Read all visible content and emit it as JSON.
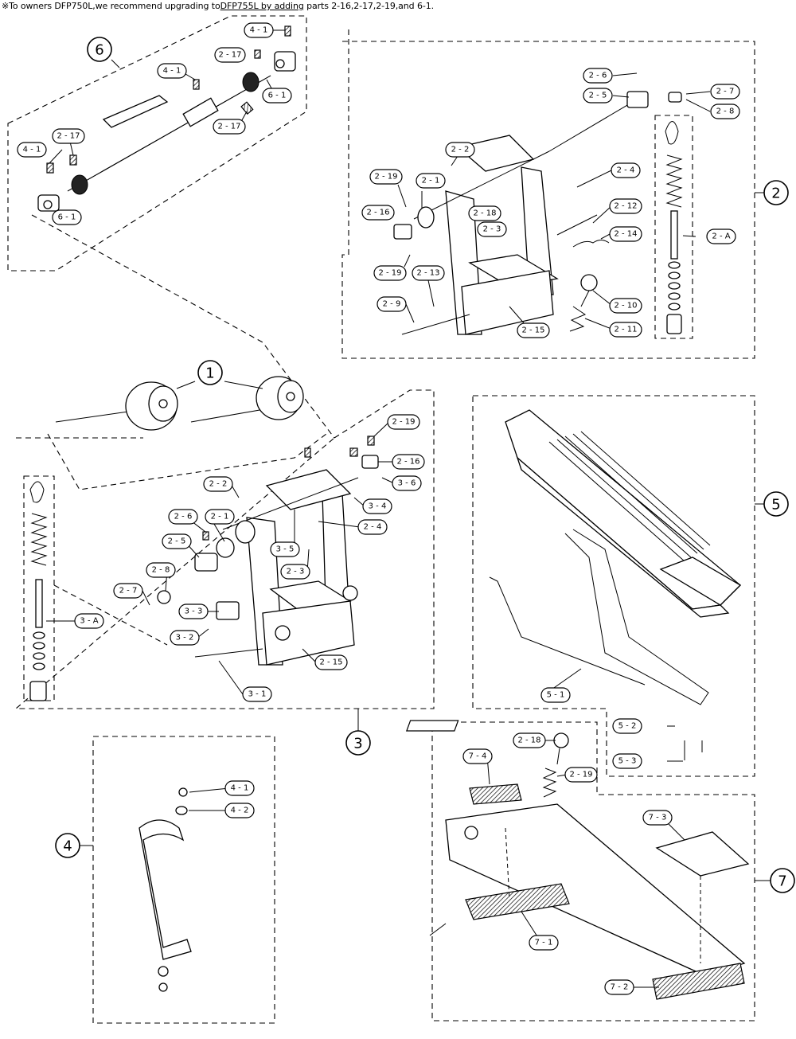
{
  "note": {
    "prefix": "※To owners DFP750L,we recommend upgrading to",
    "model": "DFP755L",
    "suffix_underlined": " by adding",
    "suffix": " parts 2-16,2-17,2-19,and 6-1."
  },
  "groups": [
    "6",
    "2",
    "1",
    "3",
    "5",
    "4",
    "7"
  ],
  "labels": {
    "g6": [
      "4 - 1",
      "2 - 17",
      "4 - 1",
      "6 - 1",
      "2 - 17",
      "4 - 1",
      "2 - 17",
      "6 - 1"
    ],
    "g2": [
      "2 - 6",
      "2 - 5",
      "2 - 7",
      "2 - 8",
      "2 - 2",
      "2 - 4",
      "2 - 19",
      "2 - 1",
      "2 - 16",
      "2 - 18",
      "2 - 3",
      "2 - 12",
      "2 - 14",
      "2 - A",
      "2 - 19",
      "2 - 13",
      "2 - 10",
      "2 - 9",
      "2 - 15",
      "2 - 11"
    ],
    "g3": [
      "2 - 19",
      "2 - 16",
      "2 - 2",
      "3 - 6",
      "3 - 4",
      "2 - 6",
      "2 - 1",
      "2 - 4",
      "2 - 5",
      "3 - 5",
      "2 - 3",
      "2 - 8",
      "2 - 7",
      "3 - A",
      "3 - 3",
      "3 - 2",
      "2 - 15",
      "3 - 1"
    ],
    "g5": [
      "5 - 1",
      "5 - 2",
      "5 - 3"
    ],
    "g4": [
      "4 - 1",
      "4 - 2"
    ],
    "g7": [
      "2 - 18",
      "7 - 4",
      "2 - 19",
      "7 - 3",
      "7 - 1",
      "7 - 2"
    ]
  }
}
